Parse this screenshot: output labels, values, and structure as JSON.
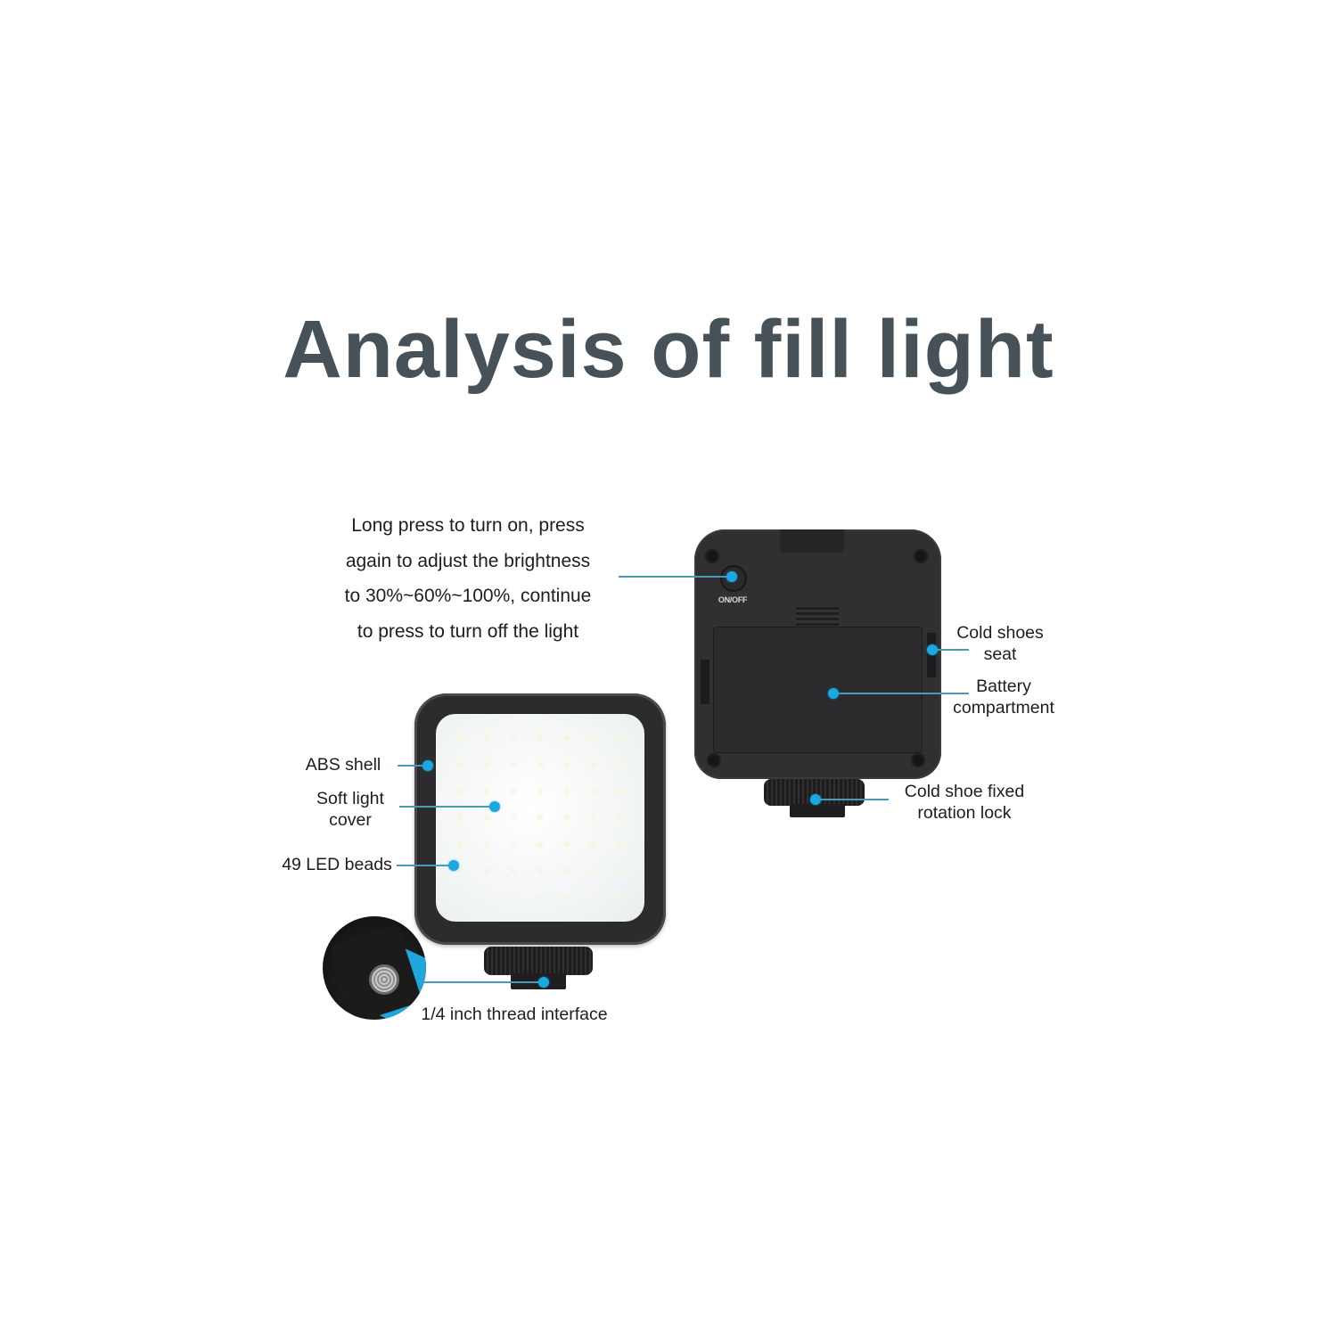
{
  "title": "Analysis of fill light",
  "colors": {
    "title": "#465257",
    "callout_dot": "#19a9e0",
    "callout_line": "#4a9bb8",
    "device_body": "#303032",
    "background": "#ffffff"
  },
  "back_view": {
    "button_label": "ON/OFF",
    "callouts": [
      {
        "id": "power-button",
        "lines": [
          "Long press to turn on, press",
          "again to adjust the brightness",
          "to 30%~60%~100%, continue",
          "to press to turn off the light"
        ]
      },
      {
        "id": "cold-shoes-seat",
        "lines": [
          "Cold shoes",
          "seat"
        ]
      },
      {
        "id": "battery-compartment",
        "lines": [
          "Battery",
          "compartment"
        ]
      },
      {
        "id": "rotation-lock",
        "lines": [
          "Cold shoe fixed",
          "rotation lock"
        ]
      }
    ]
  },
  "front_view": {
    "led_count": 49,
    "led_grid": "7x7",
    "callouts": [
      {
        "id": "abs-shell",
        "lines": [
          "ABS shell"
        ]
      },
      {
        "id": "soft-light-cover",
        "lines": [
          "Soft light",
          "cover"
        ]
      },
      {
        "id": "led-beads",
        "lines": [
          "49 LED beads"
        ]
      },
      {
        "id": "thread-interface",
        "lines": [
          "1/4 inch thread interface"
        ]
      }
    ]
  }
}
